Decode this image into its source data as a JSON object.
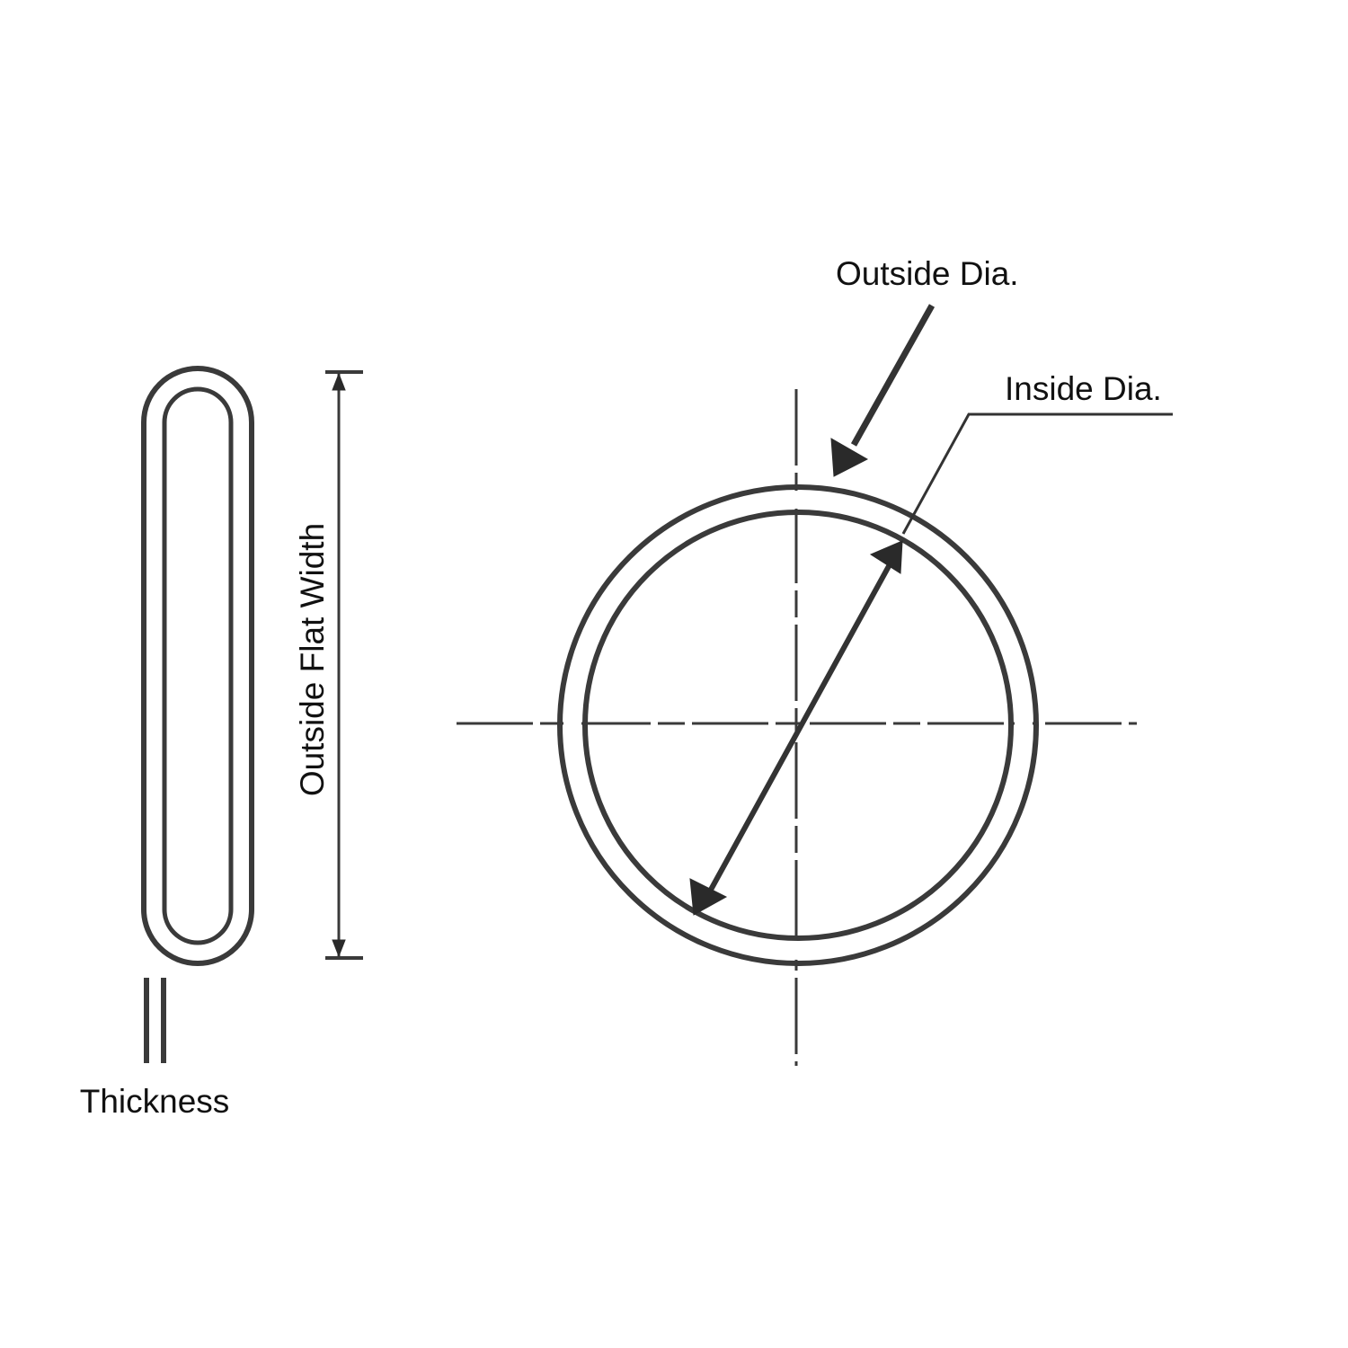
{
  "labels": {
    "outside_dia": "Outside Dia.",
    "inside_dia": "Inside Dia.",
    "outside_flat_width": "Outside Flat Width",
    "thickness": "Thickness"
  },
  "colors": {
    "line": "#3a3a3a",
    "text": "#111111",
    "background": "#ffffff"
  }
}
